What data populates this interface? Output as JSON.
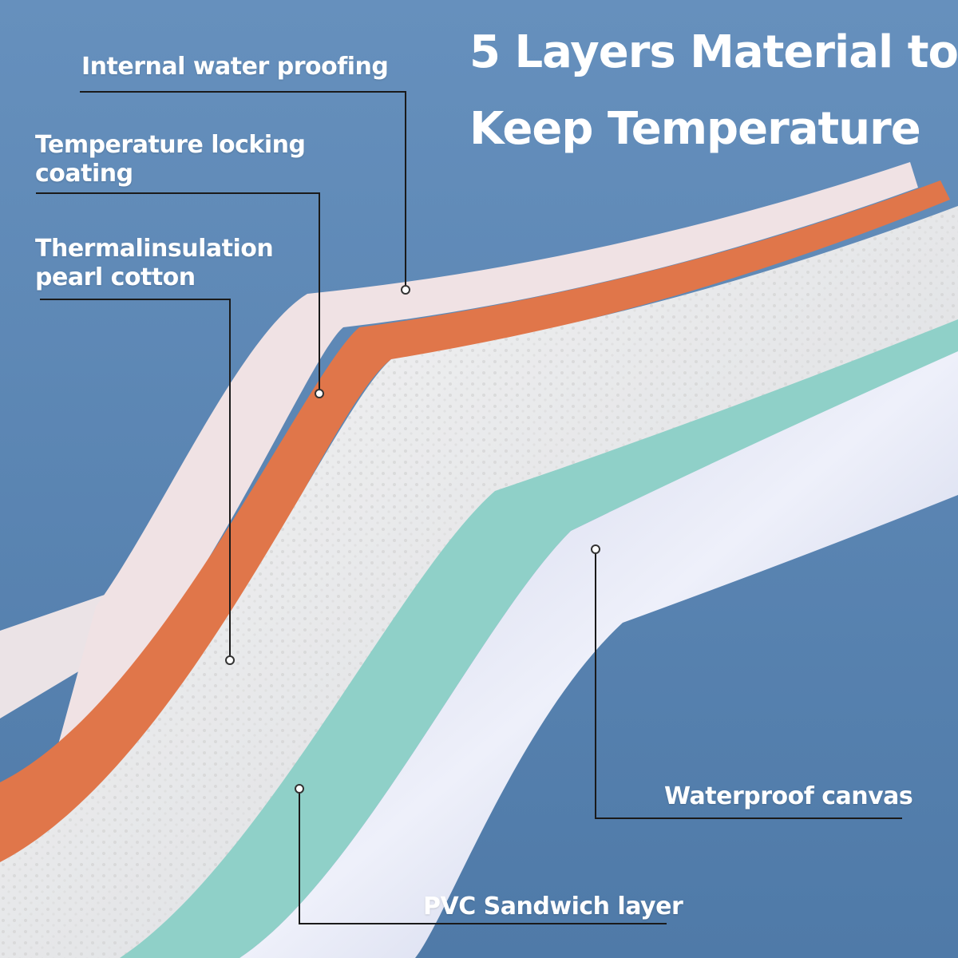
{
  "title": {
    "line1": "5 Layers Material to",
    "line2": "Keep Temperature"
  },
  "labels": {
    "internal_waterproofing": "Internal water proofing",
    "temperature_locking_1": "Temperature locking",
    "temperature_locking_2": "coating",
    "thermal_insulation_1": "Thermalinsulation",
    "thermal_insulation_2": "pearl cotton",
    "waterproof_canvas": "Waterproof canvas",
    "pvc_sandwich": "PVC Sandwich layer"
  },
  "colors": {
    "background": "#5a86b4",
    "pink_layer": "#f0e2e4",
    "orange_layer": "#e0764a",
    "foam_layer": "#eeeeee",
    "teal_layer": "#8fd0c8",
    "canvas_layer": "#dfe0f0"
  }
}
